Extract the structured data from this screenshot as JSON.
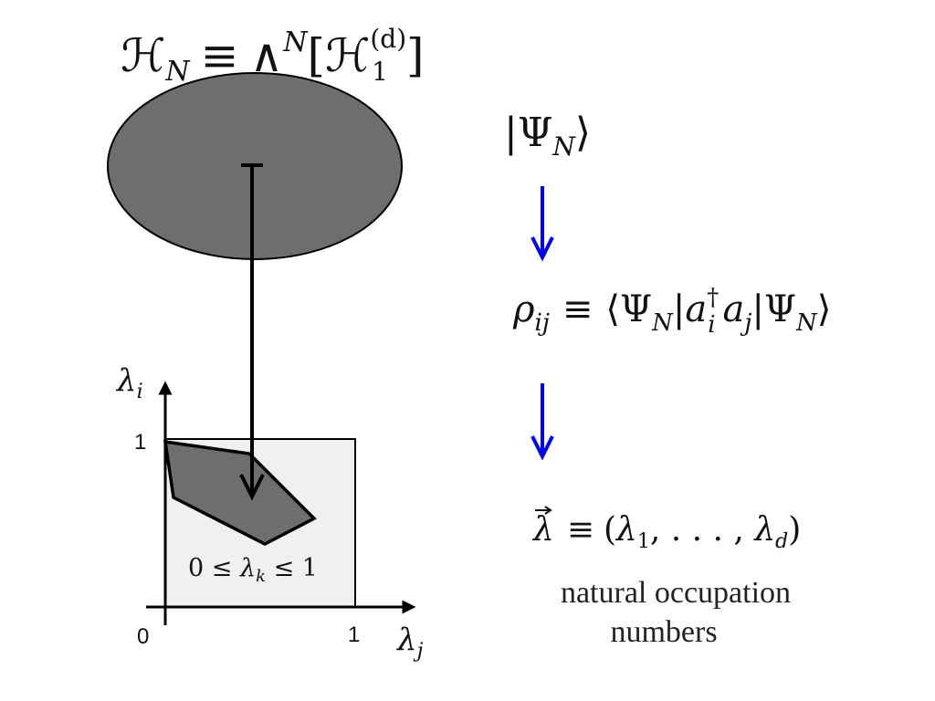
{
  "hilbert_space_label": {
    "symbol": "ℋ",
    "sub": "N",
    "equiv": "≡",
    "wedge": "∧",
    "sup": "N",
    "open": "[",
    "inner_symbol": "ℋ",
    "inner_sub": "1",
    "inner_sup": "(d)",
    "close": "]"
  },
  "state_label": {
    "bar": "|",
    "psi": "Ψ",
    "sub": "N",
    "rangle": "⟩"
  },
  "density_matrix_label": {
    "rho": "ρ",
    "rho_sub": "ij",
    "equiv": "≡",
    "langle": "⟨",
    "psi": "Ψ",
    "n": "N",
    "bar": "|",
    "a": "a",
    "dagger": "†",
    "i": "i",
    "j": "j",
    "rangle": "⟩"
  },
  "occupation_vector_label": {
    "lambda": "λ",
    "arrow": "⃗",
    "equiv": "≡",
    "open": "(",
    "first": "λ",
    "first_sub": "1",
    "dots": ", . . . , ",
    "last": "λ",
    "last_sub": "d",
    "close": ")"
  },
  "caption": {
    "line1": "natural occupation",
    "line2": "numbers"
  },
  "plot": {
    "y_axis_label": "λ",
    "y_axis_sub": "i",
    "x_axis_label": "λ",
    "x_axis_sub": "j",
    "tick_y_one": "1",
    "tick_origin": "0",
    "tick_x_one": "1",
    "constraint": {
      "left": "0 ≤ ",
      "lambda": "λ",
      "sub": "k",
      "right": " ≤ 1"
    }
  },
  "colors": {
    "ellipse_fill": "#6e6e6e",
    "polytope_fill": "#6e6e6e",
    "box_fill": "#f0f0f0",
    "flow_arrow": "#0000ee",
    "stroke": "#000000"
  }
}
